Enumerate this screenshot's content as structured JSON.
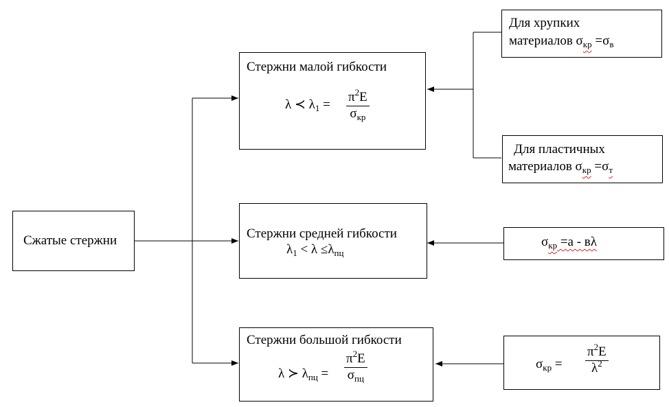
{
  "root": {
    "label": "Сжатые стержни"
  },
  "low": {
    "title": "Стержни малой гибкости",
    "lhs": "λ ≺ λ",
    "lhs_sub": "1",
    "eq": "=",
    "num_a": "π",
    "num_sup": "2",
    "num_b": "E",
    "den_a": "σ",
    "den_sub": "кр"
  },
  "mid": {
    "title": "Стержни средней гибкости",
    "a": "λ",
    "a_sub": "1",
    "b": "< λ ≤λ",
    "b_sub": "пц"
  },
  "high": {
    "title": "Стержни большой гибкости",
    "lhs": "λ ≻ λ",
    "lhs_sub": "пц",
    "eq": "=",
    "num_a": "π",
    "num_sup": "2",
    "num_b": "E",
    "den_a": "σ",
    "den_sub": "пц"
  },
  "brittle": {
    "line1": "Для хрупких",
    "line2": "материалов σ",
    "sub1": "кр",
    "mid": " =σ",
    "sub2": "в"
  },
  "plastic": {
    "line1": "Для пластичных",
    "line2": "материалов σ",
    "sub1": "кр",
    "mid": " =σ",
    "sub2": "т"
  },
  "mid_formula": {
    "a": "σ",
    "a_sub": "кр",
    "b": " =а - вλ"
  },
  "high_formula": {
    "a": "σ",
    "a_sub": "кр",
    "eq": "=",
    "num_a": "π",
    "num_sup": "2",
    "num_b": "E",
    "den_a": "λ",
    "den_sup": "2"
  }
}
